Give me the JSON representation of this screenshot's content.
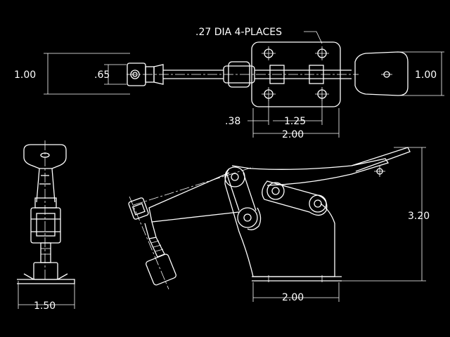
{
  "drawing": {
    "background": "#000000",
    "line_color": "#ffffff",
    "top_view": {
      "callout_holes": ".27 DIA 4-PLACES",
      "dim_overall_height_left": "1.00",
      "dim_inner_height": ".65",
      "dim_handle_height": "1.00",
      "dim_hole_offset": ".38",
      "dim_hole_spacing": "1.25",
      "dim_base_width": "2.00"
    },
    "end_view": {
      "dim_base_width": "1.50"
    },
    "side_view": {
      "dim_height": "3.20",
      "dim_base_width": "2.00"
    }
  }
}
